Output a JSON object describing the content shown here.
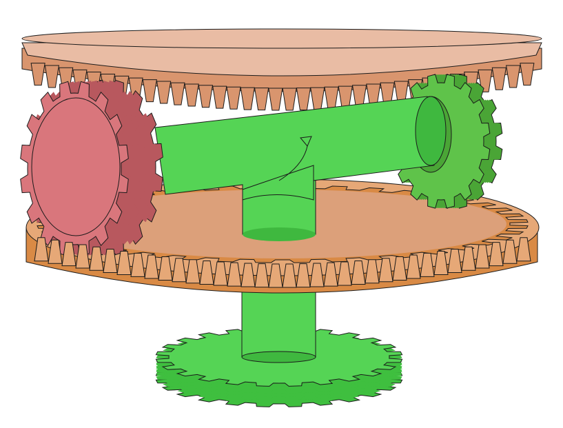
{
  "scene": {
    "background": "#ffffff",
    "outline": "#1a1a1a",
    "parts": {
      "top_ring_gear": {
        "face": "#e9bca4",
        "side": "#d9956e",
        "teeth": 36
      },
      "bottom_ring_gear": {
        "face": "#e6a877",
        "side": "#d98a45",
        "inner": "#dca07a",
        "teeth": 36
      },
      "left_pinion_gear": {
        "face": "#d9767c",
        "side": "#b8585e",
        "teeth": 16
      },
      "right_pinion_gear": {
        "face": "#5fc34a",
        "side": "#4aa536",
        "teeth": 16
      },
      "shaft": {
        "color": "#55d455",
        "shade": "#3fb83f"
      },
      "bottom_spur_gear": {
        "face": "#55d455",
        "side": "#3fbf3f",
        "teeth": 24
      }
    }
  }
}
